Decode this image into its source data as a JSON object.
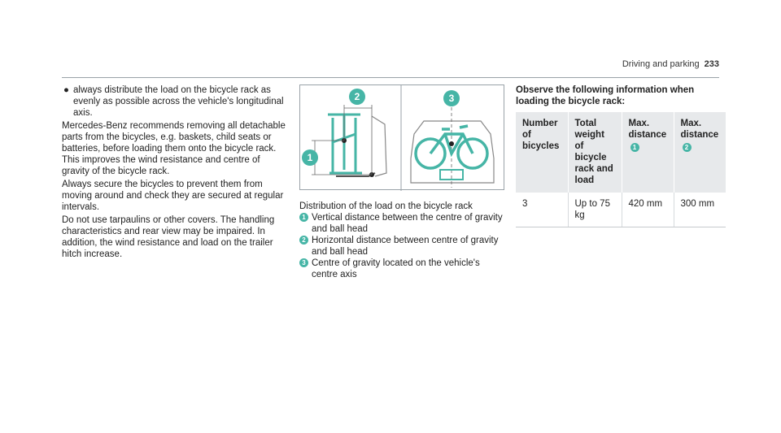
{
  "header": {
    "section": "Driving and parking",
    "page_number": "233"
  },
  "column1": {
    "bullet": "always distribute the load on the bicycle rack as evenly as possible across the vehicle's longitudinal axis.",
    "para1": "Mercedes-Benz recommends removing all detachable parts from the bicycles, e.g. baskets, child seats or batteries, before loading them onto the bicycle rack. This improves the wind resistance and centre of gravity of the bicycle rack.",
    "para2": "Always secure the bicycles to prevent them from moving around and check they are secured at regular intervals.",
    "para3": "Do not use tarpaulins or other covers. The handling characteristics and rear view may be impaired. In addition, the wind resistance and load on the trailer hitch increase."
  },
  "figure": {
    "marker_1": "1",
    "marker_2": "2",
    "marker_3": "3",
    "colors": {
      "accent": "#46b5a6",
      "line": "#666666"
    },
    "caption": "Distribution of the load on the bicycle rack",
    "legend": [
      {
        "num": "1",
        "text": "Vertical distance between the centre of gravity and ball head"
      },
      {
        "num": "2",
        "text": "Horizontal distance between centre of gravity and ball head"
      },
      {
        "num": "3",
        "text": "Centre of gravity located on the vehicle's centre axis"
      }
    ]
  },
  "column3": {
    "heading": "Observe the following information when loading the bicycle rack:",
    "table": {
      "headers": [
        "Number of bicycles",
        "Total weight of bicycle rack and load",
        "Max. distance",
        "Max. distance"
      ],
      "header_badges": [
        "",
        "",
        "1",
        "2"
      ],
      "rows": [
        [
          "3",
          "Up to 75 kg",
          "420 mm",
          "300 mm"
        ]
      ]
    }
  }
}
